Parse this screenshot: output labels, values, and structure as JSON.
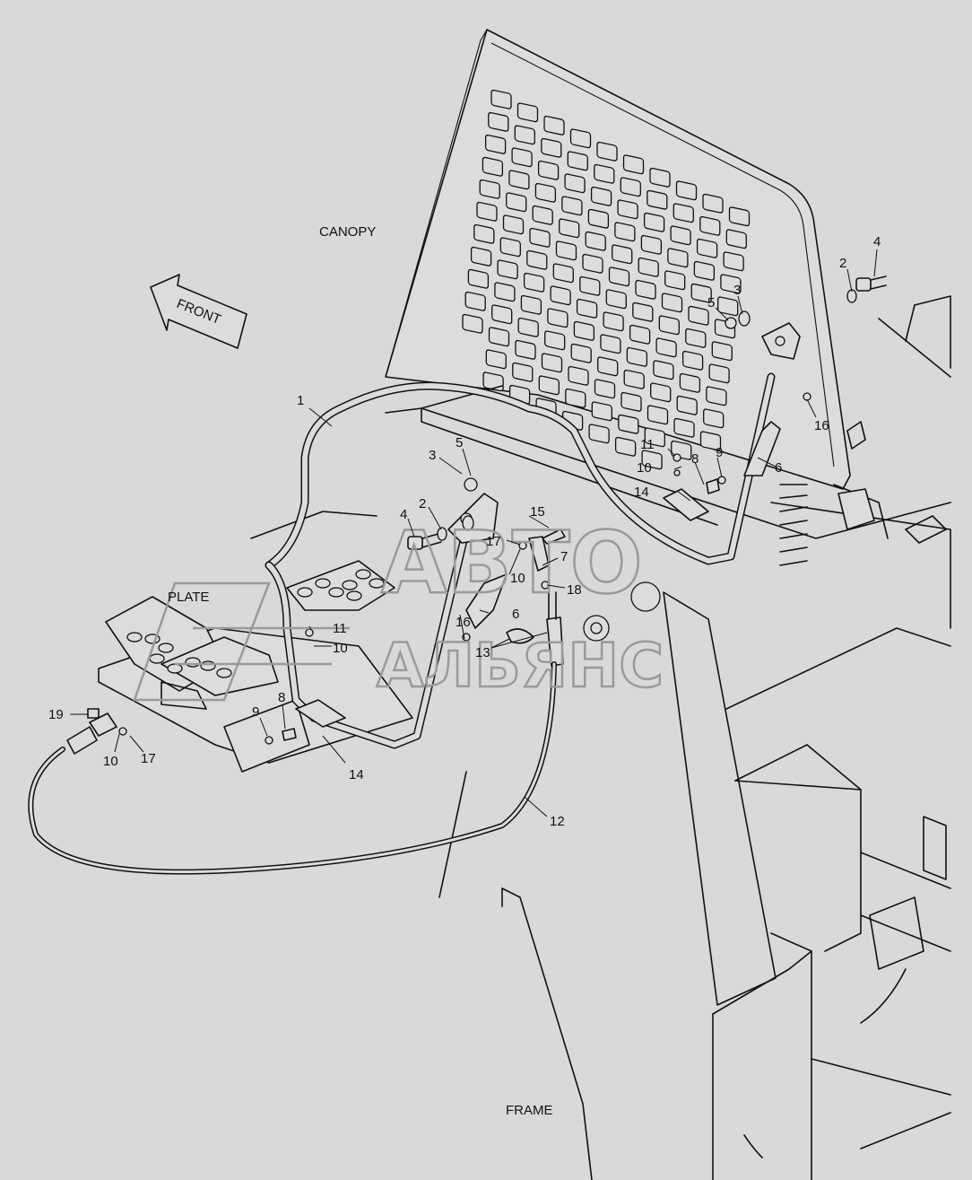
{
  "captions": {
    "canopy": "CANOPY",
    "front": "FRONT",
    "plate": "PLATE",
    "frame": "FRAME"
  },
  "watermark": {
    "line1": "АВТО",
    "line2": "АЛЬЯНС"
  },
  "callouts": [
    "1",
    "2",
    "3",
    "4",
    "5",
    "6",
    "7",
    "8",
    "9",
    "10",
    "11",
    "12",
    "13",
    "14",
    "15",
    "16",
    "17",
    "18",
    "19"
  ]
}
